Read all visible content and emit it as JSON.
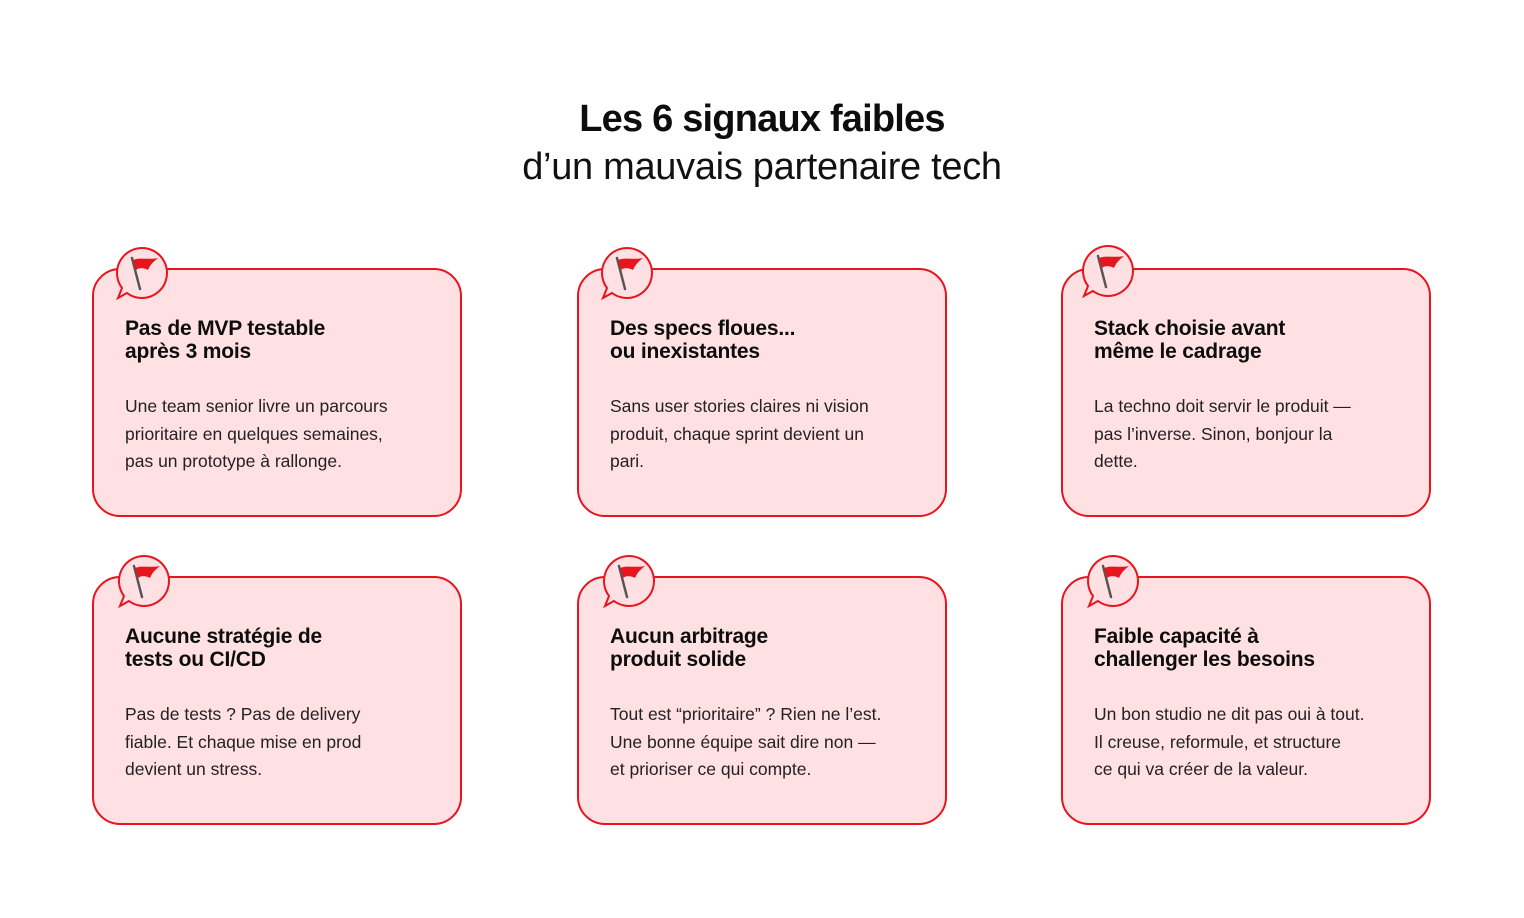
{
  "header": {
    "title": "Les 6 signaux faibles",
    "subtitle": "d’un mauvais partenaire tech"
  },
  "theme": {
    "accent": "#e8141e",
    "card_background": "#ffe0e3",
    "text": "#111111"
  },
  "cards": [
    {
      "icon": "red-flag-icon",
      "title": "Pas de MVP testable\naprès 3 mois",
      "body": "Une team senior livre un parcours\nprioritaire en quelques semaines,\npas un prototype à rallonge."
    },
    {
      "icon": "red-flag-icon",
      "title": "Des specs floues...\nou inexistantes",
      "body": "Sans user stories claires ni vision\nproduit, chaque sprint devient un\npari."
    },
    {
      "icon": "red-flag-icon",
      "title": "Stack choisie avant\nmême le cadrage",
      "body": "La techno doit servir le produit —\npas l’inverse. Sinon, bonjour la\ndette."
    },
    {
      "icon": "red-flag-icon",
      "title": "Aucune stratégie de\ntests ou CI/CD",
      "body": "Pas de tests ? Pas de delivery\nfiable. Et chaque mise en prod\ndevient un stress."
    },
    {
      "icon": "red-flag-icon",
      "title": "Aucun arbitrage\nproduit solide",
      "body": "Tout est “prioritaire” ? Rien ne l’est.\nUne bonne équipe sait dire non —\net prioriser ce qui compte."
    },
    {
      "icon": "red-flag-icon",
      "title": "Faible capacité à\nchallenger les besoins",
      "body": "Un bon studio ne dit pas oui à tout.\nIl creuse, reformule, et structure\nce qui va créer de la valeur."
    }
  ]
}
